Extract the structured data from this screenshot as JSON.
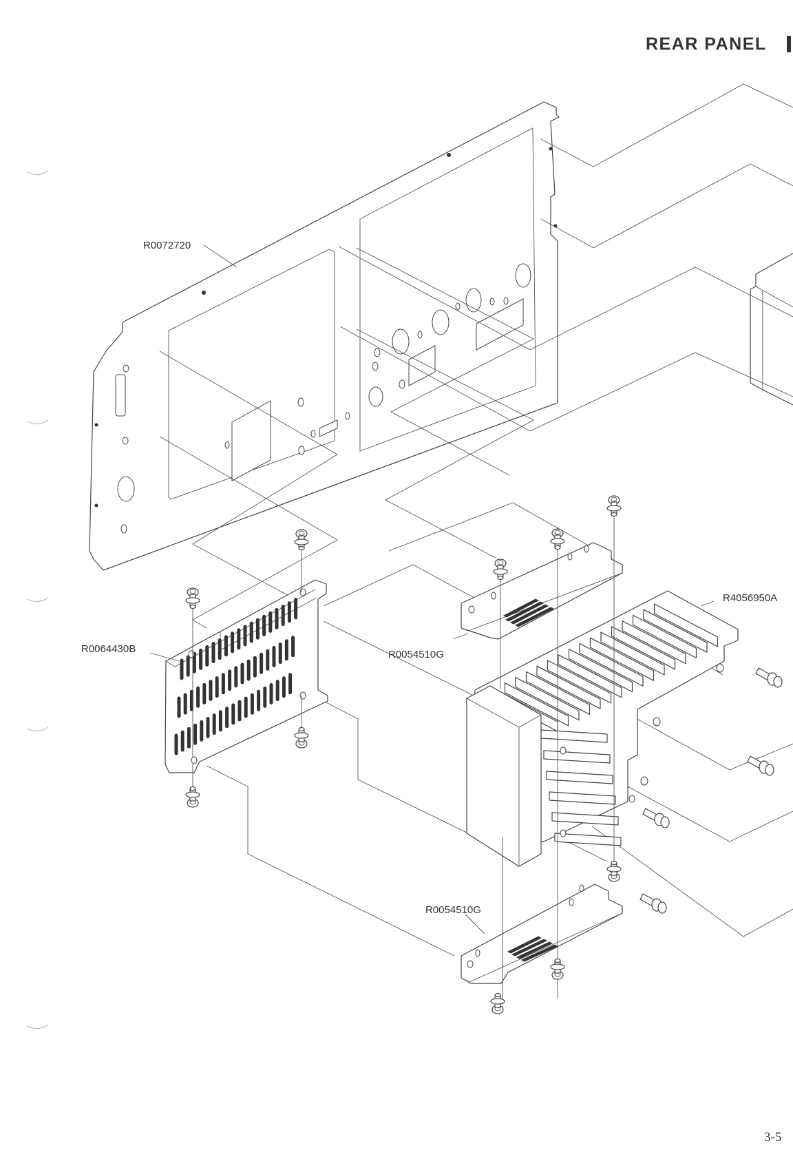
{
  "header": {
    "title": "REAR PANEL"
  },
  "parts": [
    {
      "id": "rear-panel",
      "label": "R0072720"
    },
    {
      "id": "side-vent-plate",
      "label": "R0064430B"
    },
    {
      "id": "bracket-upper",
      "label": "R0054510G"
    },
    {
      "id": "heat-sink",
      "label": "R4056950A"
    },
    {
      "id": "bracket-lower",
      "label": "R0054510G"
    }
  ],
  "footer": {
    "page_number": "3-5"
  }
}
